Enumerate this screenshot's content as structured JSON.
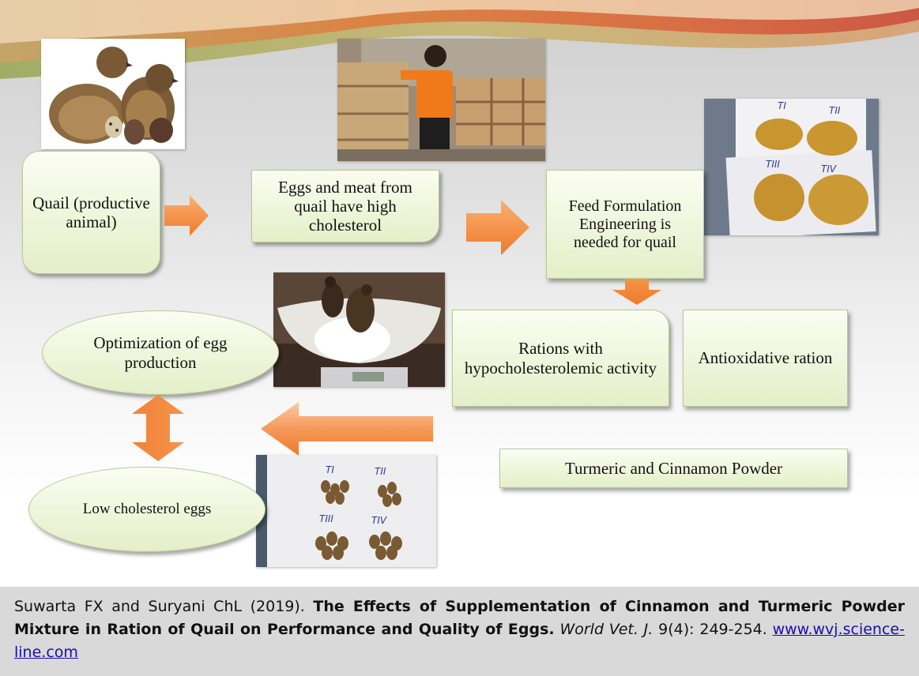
{
  "diagram": {
    "quail_box": "Quail (productive animal)",
    "cholesterol_box": "Eggs and meat from quail have high cholesterol",
    "feed_box": "Feed Formulation Engineering is needed for quail",
    "rations_box": "Rations with hypocholesterolemic activity",
    "antioxidative_box": "Antioxidative ration",
    "turmeric_box": "Turmeric and Cinnamon Powder",
    "optimization_ellipse": "Optimization of egg production",
    "low_chol_ellipse": "Low cholesterol eggs",
    "feed_photo_labels": [
      "TI",
      "TII",
      "TIII",
      "TIV"
    ],
    "egg_photo_labels": [
      "TI",
      "TII",
      "TIII",
      "TIV"
    ]
  },
  "colors": {
    "arrow_orange": "#f4883a",
    "box_fill": "#e4efc8",
    "caption_bg": "#d9d9d9",
    "link": "#1a0dab"
  },
  "citation": {
    "authors": "Suwarta FX and Suryani ChL (2019).",
    "title": "The Effects of Supplementation of Cinnamon and Turmeric Powder Mixture in Ration of Quail on Performance and Quality of Eggs.",
    "journal": "World Vet. J.",
    "volume_pages": "9(4): 249-254.",
    "link_text": "www.wvj.science-line.com"
  }
}
